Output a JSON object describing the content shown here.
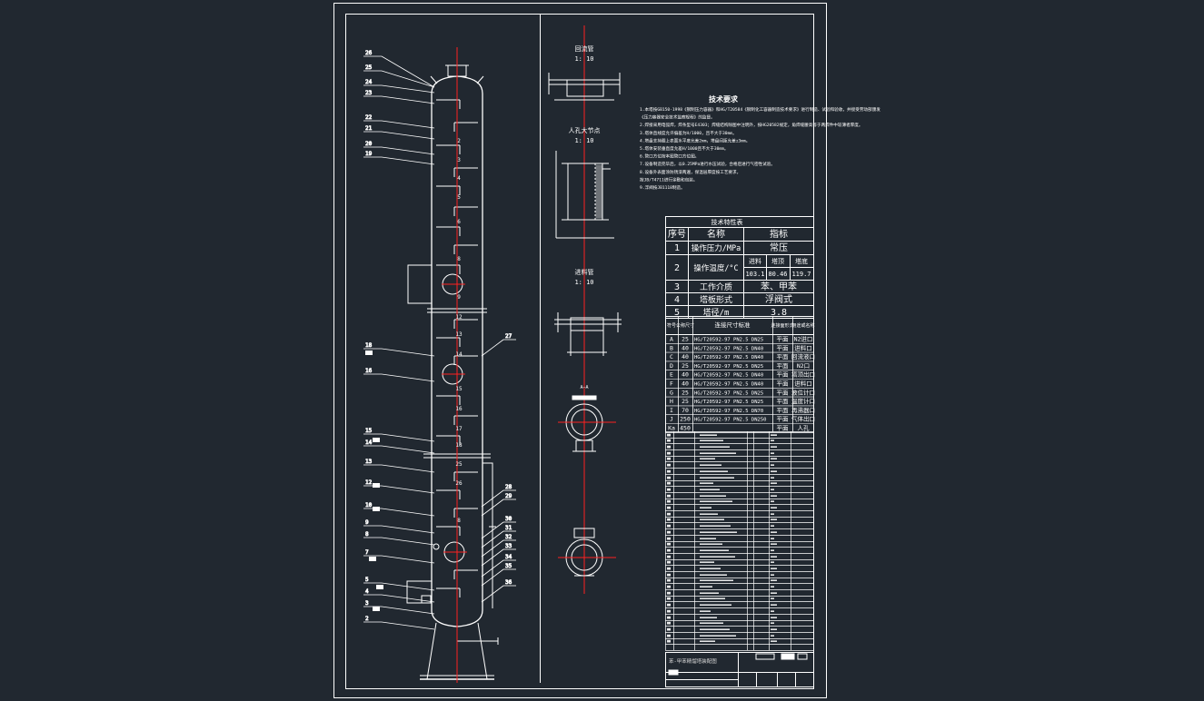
{
  "colors": {
    "background": "#212830",
    "line": "#ffffff",
    "centerline": "#ff2020",
    "dim": "#d8d8d8"
  },
  "views": {
    "top_detail": {
      "title": "回流管",
      "scale": "1: 10"
    },
    "manhole_detail": {
      "title": "人孔大节点",
      "scale": "1: 10"
    },
    "feed_detail": {
      "title": "进料管",
      "scale": "1: 10"
    },
    "section_label": "A—A"
  },
  "tech_requirements": {
    "title": "技术要求",
    "lines": [
      "1.本塔按GB150-1998《钢制压力容器》和HG/T20584《钢制化工容器制造技术要求》进行制造、试验和验收，并接受劳动部颁发",
      "《压力容器安全技术监察规程》的监督。",
      "2.焊接采用电弧焊，焊条型号E4303；焊缝结构除图中注明外，按HG20582规定，角焊缝腰高等于两焊件中较薄者厚度。",
      "3.塔体直线度允许偏差为H/1000，且不大于30mm。",
      "4.塔盘支持圈上表面水平度允差2mm，塔盘间距允差±3mm。",
      "5.塔体安装垂直度允差H/1000且不大于30mm。",
      "6.管口方位按本图管口方位图。",
      "7.设备制造完毕后，以0.25MPa进行水压试验，合格后进行气密性试验。",
      "8.设备外表面涂防锈漆两遍，保温层厚度按工艺要求，",
      "按JB/T4711进行涂敷和包装。",
      "9.浮阀按JB1118制造。"
    ]
  },
  "spec_table": {
    "title": "技术特性表",
    "headers": [
      "序号",
      "名称",
      "指标"
    ],
    "rows": [
      {
        "no": "1",
        "name": "操作压力/MPa",
        "value": "常压"
      },
      {
        "no": "2",
        "name": "操作温度/°C",
        "sub": [
          "进料",
          "塔顶",
          "塔底"
        ],
        "subvals": [
          "103.1",
          "80.46",
          "119.7"
        ]
      },
      {
        "no": "3",
        "name": "工作介质",
        "value": "苯、甲苯"
      },
      {
        "no": "4",
        "name": "塔板形式",
        "value": "浮阀式"
      },
      {
        "no": "5",
        "name": "塔径/m",
        "value": "3.8"
      }
    ]
  },
  "nozzle_table": {
    "headers": [
      "符号",
      "公称尺寸",
      "连接尺寸标准",
      "连接面形式",
      "用途或名称"
    ],
    "rows": [
      [
        "A",
        "25",
        "HG/T20592-97 PN2.5 DN25",
        "平面",
        "N2进口"
      ],
      [
        "B",
        "40",
        "HG/T20592-97 PN2.5 DN40",
        "平面",
        "进料口"
      ],
      [
        "C",
        "40",
        "HG/T20592-97 PN2.5 DN40",
        "平面",
        "回流液口"
      ],
      [
        "D",
        "25",
        "HG/T20592-97 PN2.5 DN25",
        "平面",
        "N2口"
      ],
      [
        "E",
        "40",
        "HG/T20592-97 PN2.5 DN40",
        "平面",
        "塔顶出口"
      ],
      [
        "F",
        "40",
        "HG/T20592-97 PN2.5 DN40",
        "平面",
        "进料口"
      ],
      [
        "G",
        "25",
        "HG/T20592-97 PN2.5 DN25",
        "平面",
        "液位计口"
      ],
      [
        "H",
        "25",
        "HG/T20592-97 PN2.5 DN25",
        "平面",
        "温度计口"
      ],
      [
        "I",
        "70",
        "HG/T20592-97 PN2.5 DN70",
        "平面",
        "再沸器口"
      ],
      [
        "J",
        "250",
        "HG/T20592-97 PN2.5 DN250",
        "平面",
        "气体出口"
      ],
      [
        "Ka",
        "450",
        "",
        "平面",
        "人孔"
      ]
    ]
  },
  "title_block": {
    "caption": "苯-甲苯精馏塔装配图"
  },
  "leaders_left": [
    "26",
    "25",
    "24",
    "23",
    "22",
    "21",
    "20",
    "19",
    "18",
    "16",
    "15",
    "14",
    "13",
    "12",
    "10",
    "9",
    "8",
    "7",
    "5",
    "4",
    "3",
    "2"
  ],
  "leaders_right": [
    "27",
    "28",
    "29",
    "30",
    "31",
    "32",
    "33",
    "34",
    "35",
    "36"
  ],
  "stage_labels": [
    "2",
    "3",
    "4",
    "5",
    "6",
    "8",
    "9",
    "12",
    "13",
    "14",
    "15",
    "16",
    "17",
    "18",
    "25",
    "26",
    "8"
  ]
}
